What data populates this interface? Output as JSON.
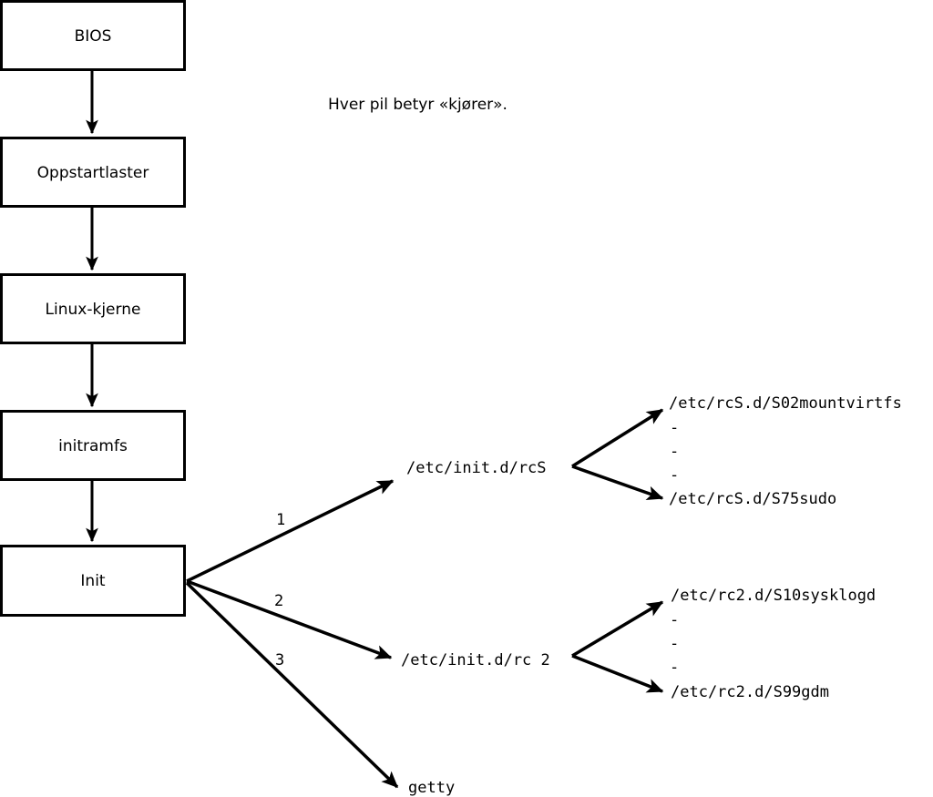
{
  "diagram": {
    "title": "Linux boot sequence flowchart",
    "caption": "Hver pil betyr «kjører».",
    "colors": {
      "stroke": "#000000",
      "fill": "#ffffff",
      "text": "#000000"
    },
    "boot_chain": [
      {
        "label": "BIOS"
      },
      {
        "label": "Oppstartlaster"
      },
      {
        "label": "Linux-kjerne"
      },
      {
        "label": "initramfs"
      },
      {
        "label": "Init"
      }
    ],
    "init_branches": [
      {
        "number": "1",
        "label": "/etc/init.d/rcS"
      },
      {
        "number": "2",
        "label": "/etc/init.d/rc 2"
      },
      {
        "number": "3",
        "label": "getty"
      }
    ],
    "rcs_scripts": {
      "first": "/etc/rcS.d/S02mountvirtfs",
      "ellipsis": [
        "-",
        "-",
        "-"
      ],
      "last": "/etc/rcS.d/S75sudo"
    },
    "rc2_scripts": {
      "first": "/etc/rc2.d/S10sysklogd",
      "ellipsis": [
        "-",
        "-",
        "-"
      ],
      "last": "/etc/rc2.d/S99gdm"
    }
  }
}
